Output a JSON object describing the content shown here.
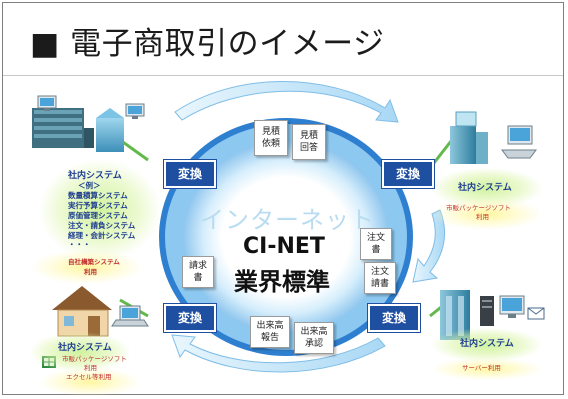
{
  "title": "■ 電子商取引のイメージ",
  "ring": {
    "internet_label": "インターネット",
    "center_line1": "CI-NET",
    "center_line2": "業界標準"
  },
  "convert_label": "変換",
  "systems": {
    "top_left": {
      "title": "社内システム",
      "example": "＜例＞",
      "items": [
        "数量積算システム",
        "実行予算システム",
        "原価管理システム",
        "注文・請負システム",
        "経理・会計システム",
        "・・・"
      ],
      "note_line1": "自社構築システム",
      "note_line2": "利用"
    },
    "top_right": {
      "title": "社内システム",
      "note_line1": "市販パッケージソフト",
      "note_line2": "利用"
    },
    "bottom_left": {
      "title": "社内システム",
      "note_line1": "市販パッケージソフト",
      "note_line2": "利用",
      "note_line3": "エクセル等利用"
    },
    "bottom_right": {
      "title": "社内システム",
      "note_line1": "サーバー利用"
    }
  },
  "documents": {
    "estimate_request": [
      "見積",
      "依頼"
    ],
    "estimate_reply": [
      "見積",
      "回答"
    ],
    "order": [
      "注文",
      "書"
    ],
    "order_accept": [
      "注文",
      "請書"
    ],
    "invoice": [
      "請求",
      "書"
    ],
    "progress_report": [
      "出来高",
      "報告"
    ],
    "progress_approval": [
      "出来高",
      "承認"
    ]
  },
  "colors": {
    "ring": "#2f7fd0",
    "ring_light": "#bfe3fb",
    "convert_bg": "#1f4fa0",
    "system_title": "#1f3f8f",
    "note_red": "#c03030"
  }
}
